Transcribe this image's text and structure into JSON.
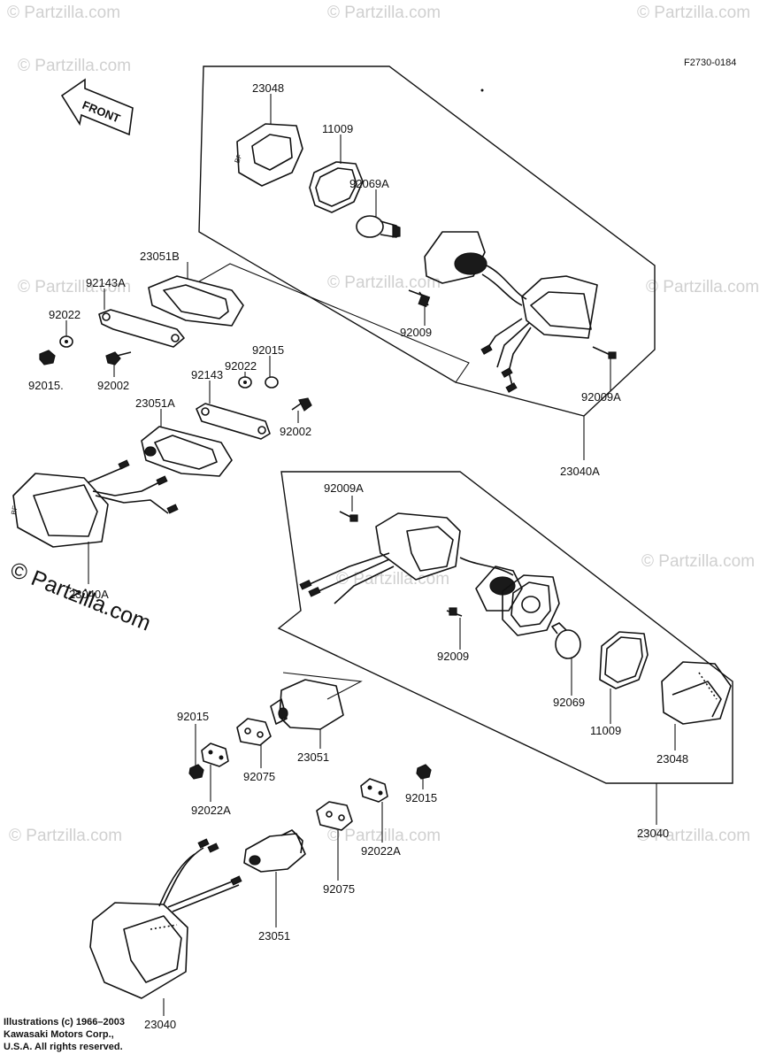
{
  "figure_code": "F2730-0184",
  "front_label": "FRONT",
  "watermark": "© Partzilla.com",
  "copyright": {
    "line1": "Illustrations (c) 1966–2003",
    "line2": "Kawasaki Motors Corp.,",
    "line3": "U.S.A. All rights reserved."
  },
  "labels": {
    "p23048_top": "23048",
    "p11009_top": "11009",
    "p92069A": "92069A",
    "p92009_top": "92009",
    "p92009A_top": "92009A",
    "p23040A_top": "23040A",
    "p23051B": "23051B",
    "p92143A": "92143A",
    "p92022_left": "92022",
    "p92015_left": "92015.",
    "p92002_left": "92002",
    "p92015_mid": "92015",
    "p92022_mid": "92022",
    "p92143": "92143",
    "p23051A": "23051A",
    "p92002_mid": "92002",
    "p23040A_left": "23040A",
    "p92009A_right": "92009A",
    "p92009_right": "92009",
    "p92069": "92069",
    "p11009_right": "11009",
    "p23048_right": "23048",
    "p23040_right": "23040",
    "p92015_lowleft": "92015",
    "p23051_mid": "23051",
    "p92022A_left": "92022A",
    "p92075_left": "92075",
    "p92015_lowright": "92015",
    "p92022A_right": "92022A",
    "p92075_right": "92075",
    "p23051_low": "23051",
    "p23040_low": "23040"
  }
}
